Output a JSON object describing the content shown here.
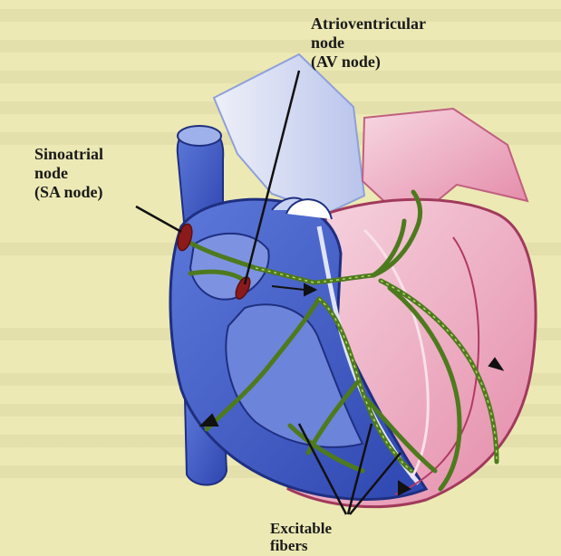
{
  "labels": {
    "av_node": "Atrioventricular\nnode\n(AV node)",
    "sa_node": "Sinoatrial\nnode\n(SA node)",
    "excitable_fibers": "Excitable\nfibers"
  },
  "colors": {
    "background": "#ece9b4",
    "heart_blue": "#3c5ac8",
    "heart_blue_light": "#a9b8ec",
    "heart_pink": "#e89ab4",
    "heart_pink_light": "#f4cfdc",
    "fibers": "#4e7a1e",
    "node": "#8b1a1a",
    "leader": "#111111"
  }
}
